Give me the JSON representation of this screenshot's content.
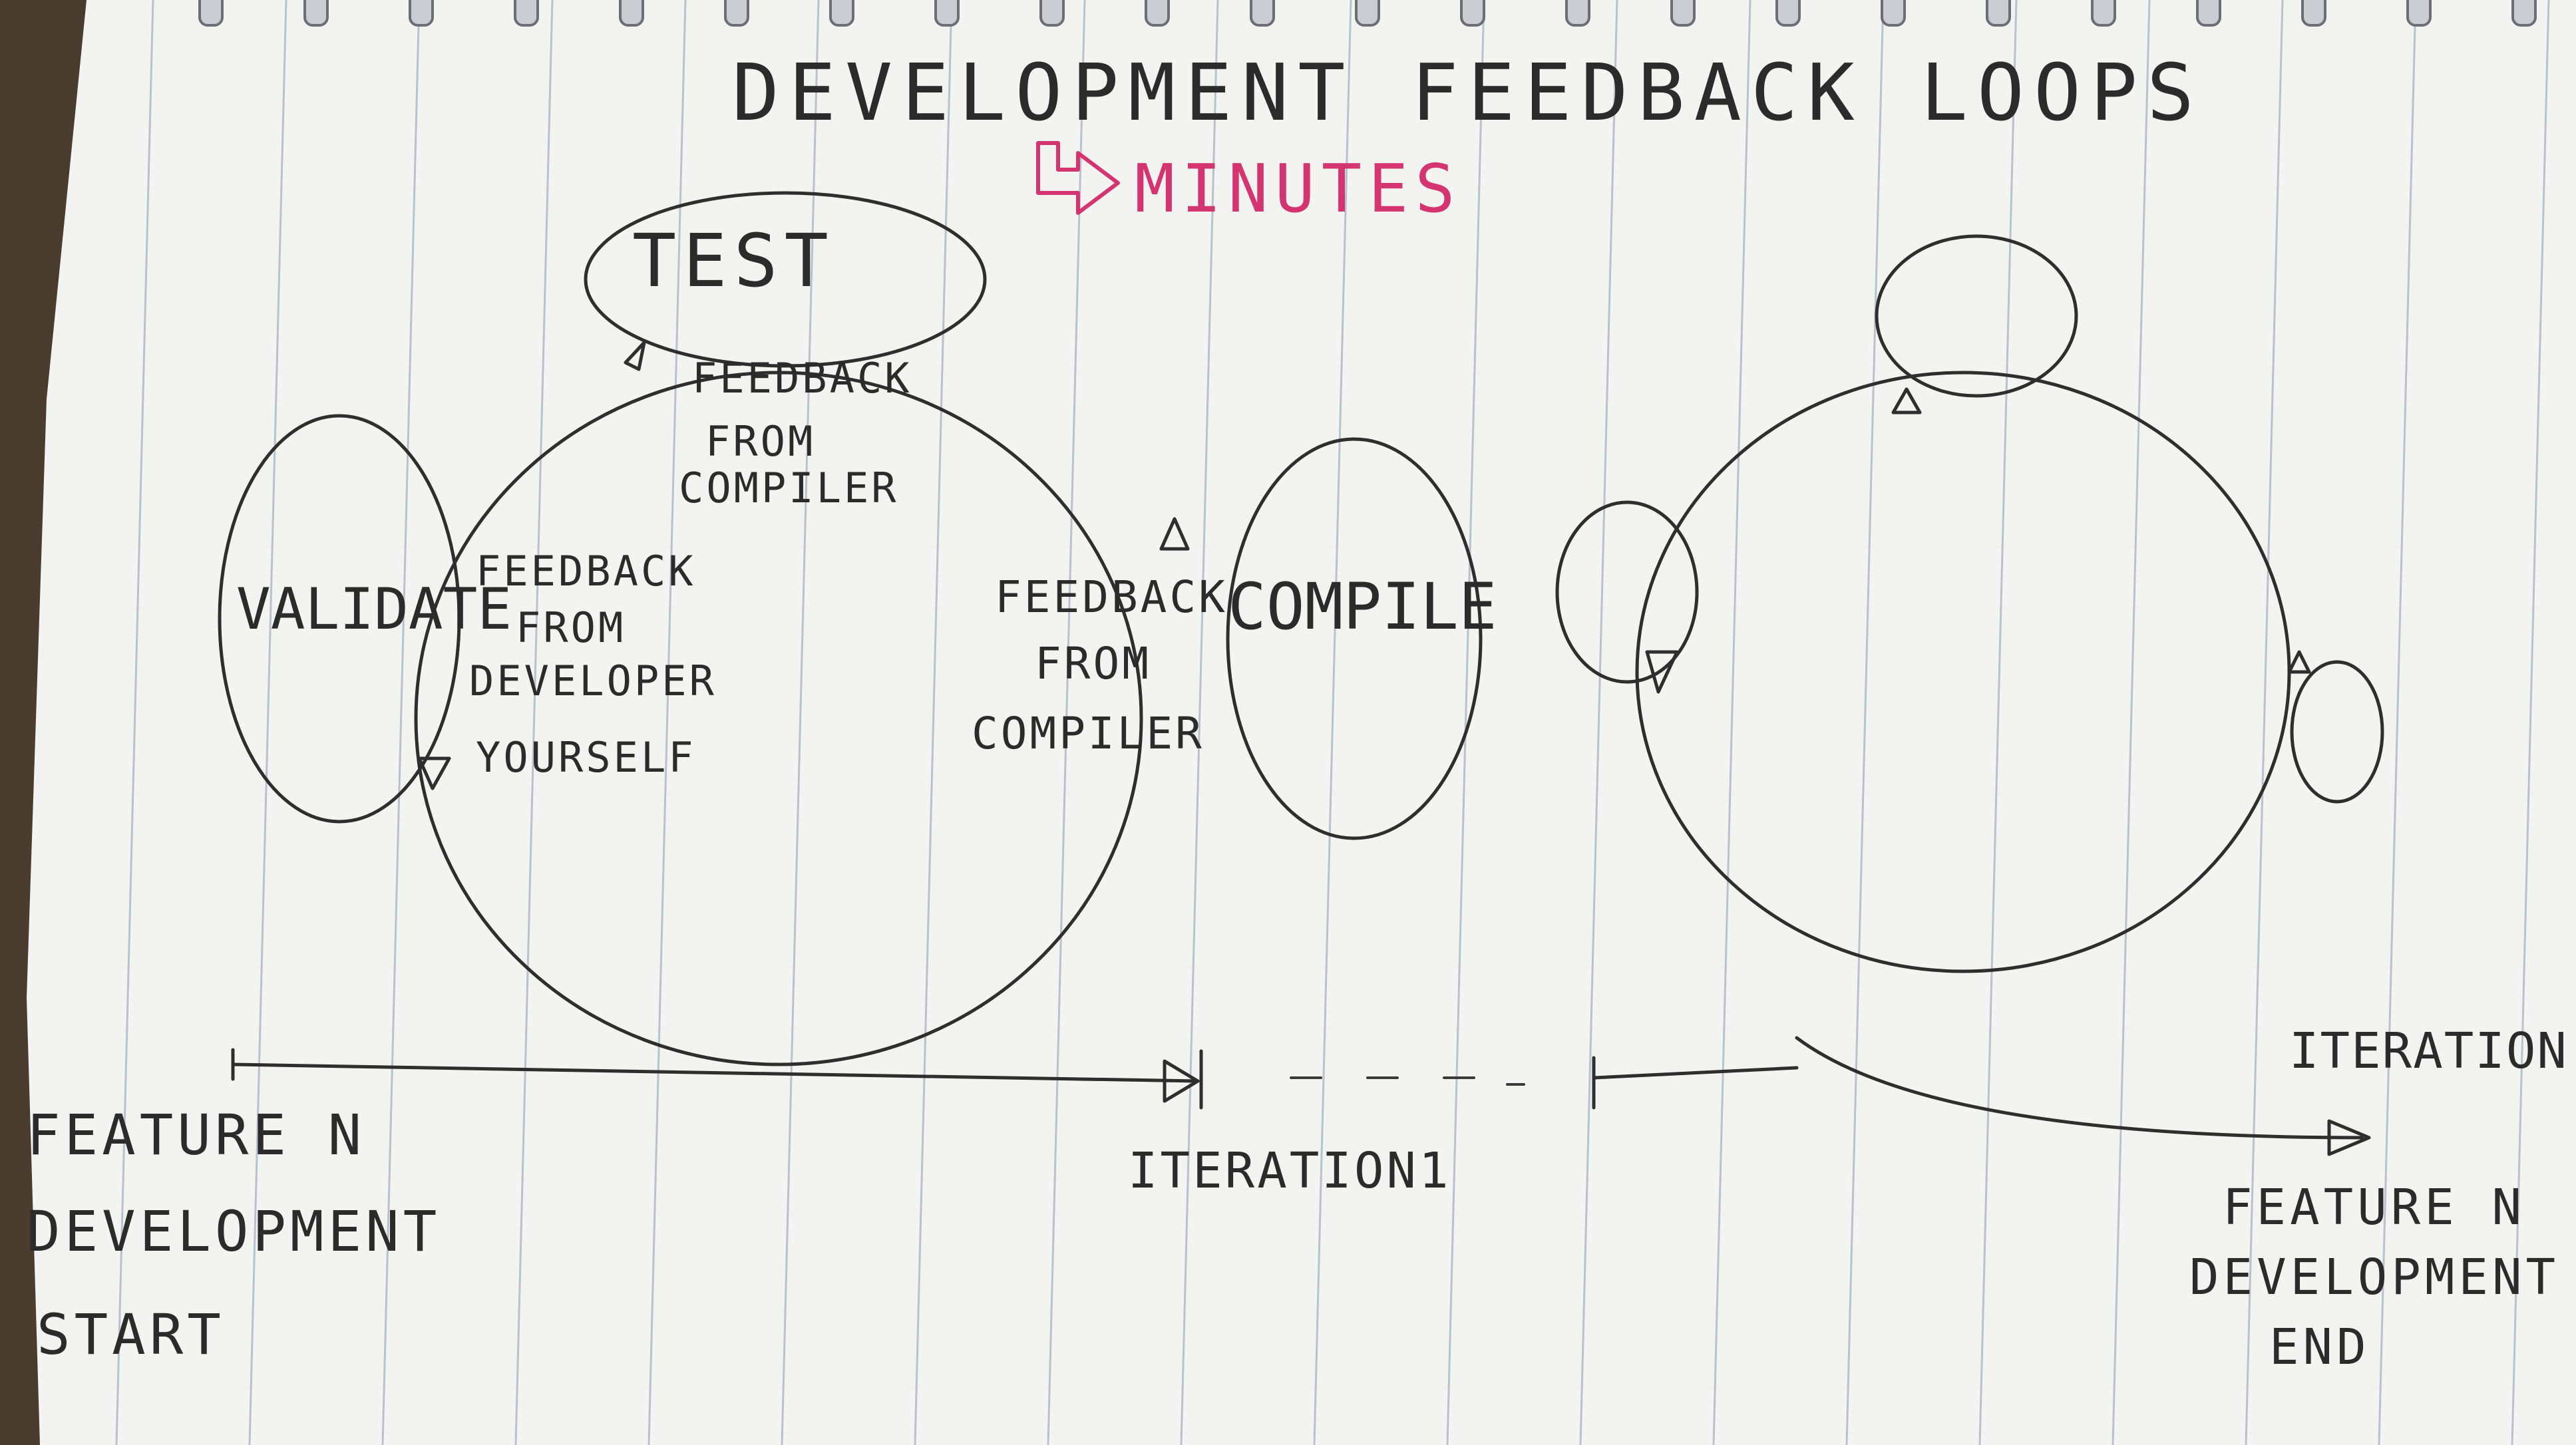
{
  "title": "DEVELOPMENT FEEDBACK LOOPS",
  "subtitle": "MINUTES",
  "nodes": {
    "test": "TEST",
    "validate": "VALIDATE",
    "compile": "COMPILE"
  },
  "edge_labels": {
    "feedback_from_compiler_top": [
      "FEEDBACK",
      "FROM",
      "COMPILER"
    ],
    "feedback_from_developer": [
      "FEEDBACK",
      "FROM",
      "DEVELOPER",
      "YOURSELF"
    ],
    "feedback_from_compiler_right": [
      "FEEDBACK",
      "FROM",
      "COMPILER"
    ]
  },
  "timeline": {
    "start_label": [
      "FEATURE N",
      "DEVELOPMENT",
      "START"
    ],
    "iteration_1": "ITERATION1",
    "iteration_n": "ITERATION N",
    "end_label": [
      "FEATURE N",
      "DEVELOPMENT",
      "END"
    ]
  },
  "colors": {
    "paper": "#f4f4f2",
    "ruled_line": "#b9c2cc",
    "ink": "#2e2e2e",
    "accent": "#d4346f",
    "background": "#4a3d30"
  }
}
